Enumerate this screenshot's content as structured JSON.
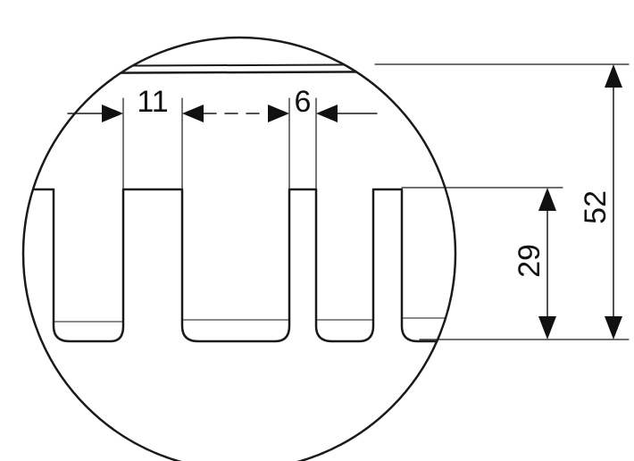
{
  "diagram": {
    "dimensions": {
      "slot_width": "11",
      "pitch_gap": "6",
      "tooth_height": "29",
      "total_height": "52"
    },
    "colors": {
      "ink": "#1a1a1a",
      "background": "#ffffff"
    }
  }
}
